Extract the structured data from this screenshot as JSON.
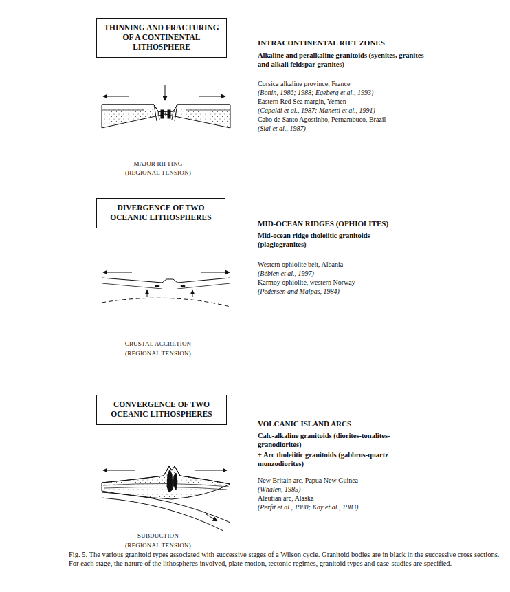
{
  "diagram": {
    "caption": "Fig. 5. The various granitoid types associated with successive stages of a Wilson cycle. Granitoid bodies are in black in the successive cross sections. For each stage, the nature of the lithospheres involved, plate motion, tectonic regimes, granitoid types and case-studies are specified.",
    "nodes": [
      {
        "text": [
          "THINNING AND FRACTURING OF A CONTINENTAL LITHOSPHERE"
        ]
      },
      {
        "text": [
          "DIVERGENCE OF TWO OCEANIC LITHOSPHERES"
        ]
      },
      {
        "text": [
          "CONVERGENCE OF TWO OCEANIC LITHOSPHERES"
        ]
      }
    ],
    "labels": [
      "INTRACONTINENTAL RIFT ZONES",
      "Alkaline and peralkaline granitoids (syenites, granites and alkali feldspar granites)",
      "Corsica alkaline province, France",
      "(Bonin, 1986; 1988; Egeberg et al., 1993)",
      "Eastern Red Sea margin, Yemen",
      "(Capaldi et al., 1987; Manetti et al., 1991)",
      "Cabo de Santo Agostinho, Pernambuco, Brazil",
      "(Sial et al., 1987)",
      "MAJOR RIFTING",
      "(REGIONAL TENSION)",
      "MID-OCEAN RIDGES (OPHIOLITES)",
      "Mid-ocean ridge tholeiitic granitoids (plagiogranites)",
      "Western ophiolite belt, Albania",
      "(Bébien et al., 1997)",
      "Karmoy ophiolite, western Norway",
      "(Pedersen and Malpas, 1984)",
      "CRUSTAL ACCRETION",
      "(REGIONAL TENSION)",
      "VOLCANIC ISLAND ARCS",
      "Calc-alkaline granitoids (diorites-tonalites-granodiorites)",
      "+ Arc tholeiitic granitoids (gabbros-quartz monzodiorites)",
      "New Britain arc, Papua New Guinea",
      "(Whalen, 1985)",
      "Aleutian arc, Alaska",
      "(Perfit et al., 1980; Kay et al., 1983)",
      "SUBDUCTION",
      "(REGIONAL TENSION)"
    ]
  }
}
